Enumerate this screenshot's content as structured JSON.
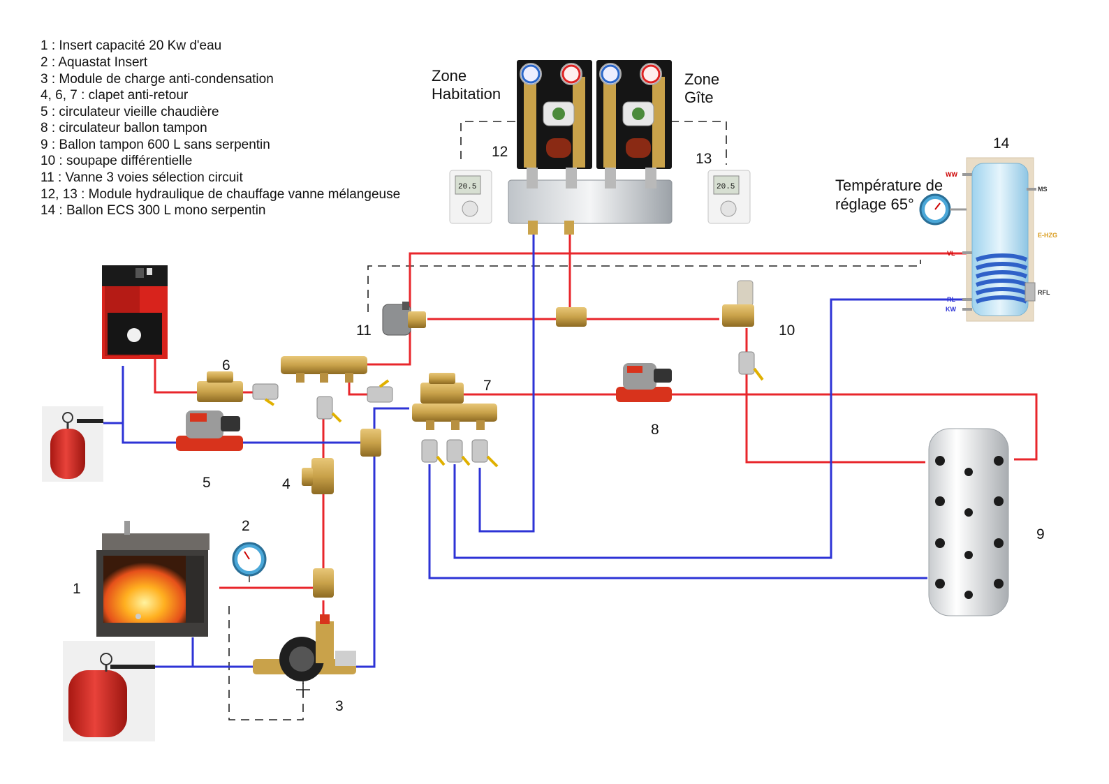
{
  "legend": [
    "1 : Insert capacité 20 Kw d'eau",
    "2 : Aquastat Insert",
    "3 : Module de charge anti-condensation",
    "4, 6, 7 : clapet anti-retour",
    "5 : circulateur vieille chaudière",
    "8 : circulateur ballon tampon",
    "9 : Ballon tampon 600 L sans serpentin",
    "10 : soupape différentielle",
    "11 : Vanne 3 voies sélection circuit",
    "12, 13 : Module hydraulique de chauffage vanne mélangeuse",
    "14 : Ballon ECS 300 L mono serpentin"
  ],
  "zones": {
    "habitation_line1": "Zone",
    "habitation_line2": "Habitation",
    "gite_line1": "Zone",
    "gite_line2": "Gîte"
  },
  "ecs_note": {
    "line1": "Température de",
    "line2": "réglage 65°"
  },
  "tank_ports": [
    "WW",
    "MS",
    "VL",
    "RL",
    "KW",
    "E-HZG",
    "RFL"
  ],
  "numbers": {
    "n1": "1",
    "n2": "2",
    "n3": "3",
    "n4": "4",
    "n5": "5",
    "n6": "6",
    "n7": "7",
    "n8": "8",
    "n9": "9",
    "n10": "10",
    "n11": "11",
    "n12": "12",
    "n13": "13",
    "n14": "14"
  },
  "thermostat_display": "20.5",
  "colors": {
    "hot_pipe": "#e8262b",
    "cold_pipe": "#2d33d6",
    "brass": "#c9a24a",
    "boiler_red": "#d8231c",
    "vessel_red": "#d92a22"
  }
}
